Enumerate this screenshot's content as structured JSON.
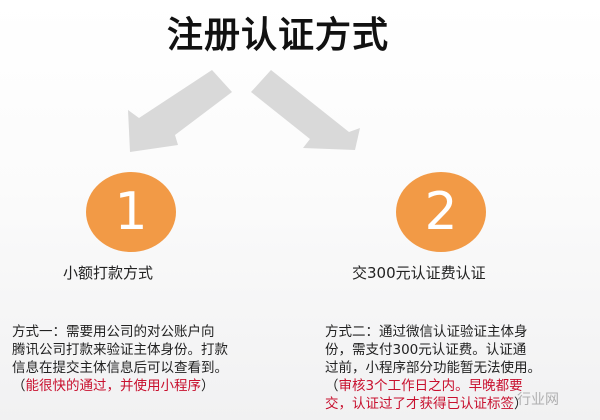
{
  "title": "注册认证方式",
  "colors": {
    "circle": "#f29a46",
    "arrow": "#d9d9d9",
    "highlight_text": "#c8102e",
    "text": "#222222"
  },
  "arrows": [
    {
      "icon": "arrow-down-left-icon",
      "direction": "down-left"
    },
    {
      "icon": "arrow-down-right-icon",
      "direction": "down-right"
    }
  ],
  "options": [
    {
      "number": "1",
      "label": "小额打款方式",
      "description_lines": [
        " 方式一：需要用公司的对公账户向",
        "腾讯公司打款来验证主体身份。打款",
        "信息在提交主体信息后可以查看到。"
      ],
      "note_open": "（",
      "note_text": "能很快的通过，并使用小程序",
      "note_close": "）"
    },
    {
      "number": "2",
      "label": "交300元认证费认证",
      "description_lines": [
        "方式二：通过微信认证验证主体身",
        "份，需支付300元认证费。认证通",
        "过前，小程序部分功能暂无法使用。"
      ],
      "note_open": "（",
      "note_line1": "审核3个工作日之内。早晚都要",
      "note_line2": "交，认证过了才获得已认证标签",
      "note_close": "）"
    }
  ],
  "watermark": "行业网"
}
